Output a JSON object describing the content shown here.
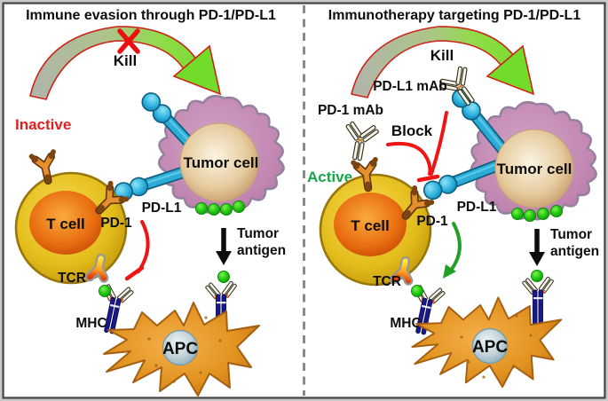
{
  "figure": {
    "left_panel": {
      "title": "Immune evasion through PD-1/PD-L1",
      "state": "Inactive",
      "kill": "Kill",
      "t_cell": "T cell",
      "tumor_cell": "Tumor cell",
      "pd1": "PD-1",
      "pdl1": "PD-L1",
      "tcr": "TCR",
      "mhc": "MHC",
      "apc": "APC",
      "tumor_antigen_line1": "Tumor",
      "tumor_antigen_line2": "antigen"
    },
    "right_panel": {
      "title": "Immunotherapy targeting PD-1/PD-L1",
      "state": "Active",
      "kill": "Kill",
      "pd1_mab": "PD-1 mAb",
      "pdl1_mab": "PD-L1 mAb",
      "block": "Block",
      "t_cell": "T cell",
      "tumor_cell": "Tumor cell",
      "pd1": "PD-1",
      "pdl1": "PD-L1",
      "tcr": "TCR",
      "mhc": "MHC",
      "apc": "APC",
      "tumor_antigen_line1": "Tumor",
      "tumor_antigen_line2": "antigen"
    },
    "colors": {
      "inactive_text": "#e02020",
      "active_text": "#18a44a",
      "kill_arrow_tail_gray": "#b0b5a9",
      "kill_arrow_head_green": "#70dc26",
      "kill_arrow_outline_red": "#cc2418",
      "inhibit_red": "#ee1515",
      "activate_green": "#21a027",
      "t_cell_yellow": "#e4bd1c",
      "t_cell_nucleus_orange": "#e86c10",
      "tumor_cell_pink": "#c187b2",
      "tumor_nucleus_beige": "#e6cb9e",
      "apc_orange": "#e1921f",
      "apc_nucleus_gray_blue": "#c2d4d9",
      "pdl1_blue": "#2cabd6",
      "pd1_orange": "#e68f2e",
      "mhc_navy": "#191989",
      "antigen_green": "#25cb12",
      "antibody_cream": "#f8f5e6"
    }
  }
}
